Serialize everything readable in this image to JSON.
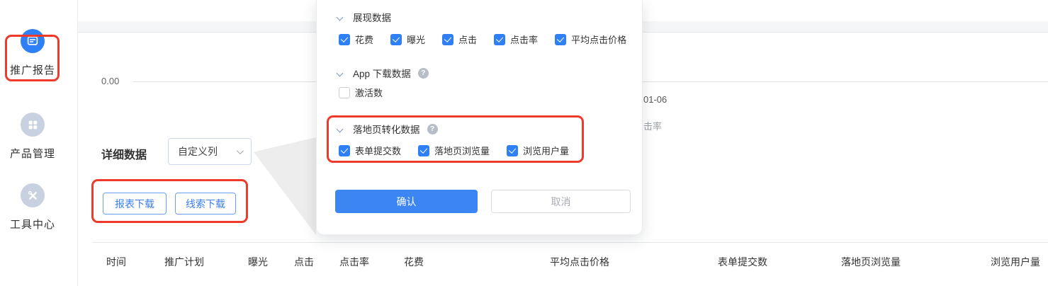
{
  "sidebar": {
    "items": [
      {
        "label": "推广报告",
        "active": true
      },
      {
        "label": "产品管理",
        "active": false
      },
      {
        "label": "工具中心",
        "active": false
      }
    ]
  },
  "chart": {
    "y_tick": "0.00",
    "x_tick_partial": "01-06",
    "legend_partial": "击率"
  },
  "toolbar": {
    "section_title": "详细数据",
    "column_selector": "自定义列",
    "report_download": "报表下载",
    "leads_download": "线索下载"
  },
  "popup": {
    "help_glyph": "?",
    "sections": [
      {
        "title": "展现数据",
        "items": [
          {
            "label": "花费",
            "checked": true
          },
          {
            "label": "曝光",
            "checked": true
          },
          {
            "label": "点击",
            "checked": true
          },
          {
            "label": "点击率",
            "checked": true
          },
          {
            "label": "平均点击价格",
            "checked": true
          }
        ]
      },
      {
        "title": "App 下载数据",
        "items": [
          {
            "label": "激活数",
            "checked": false
          }
        ]
      },
      {
        "title": "落地页转化数据",
        "items": [
          {
            "label": "表单提交数",
            "checked": true
          },
          {
            "label": "落地页浏览量",
            "checked": true
          },
          {
            "label": "浏览用户量",
            "checked": true
          }
        ]
      }
    ],
    "confirm": "确认",
    "cancel": "取消"
  },
  "table": {
    "columns": [
      "时间",
      "推广计划",
      "曝光",
      "点击",
      "点击率",
      "花费",
      "平均点击价格",
      "表单提交数",
      "落地页浏览量",
      "浏览用户量"
    ]
  },
  "colors": {
    "accent_blue": "#2f80f6",
    "annotation_red": "#ee392b",
    "inactive_icon_gray": "#c8d1df"
  }
}
